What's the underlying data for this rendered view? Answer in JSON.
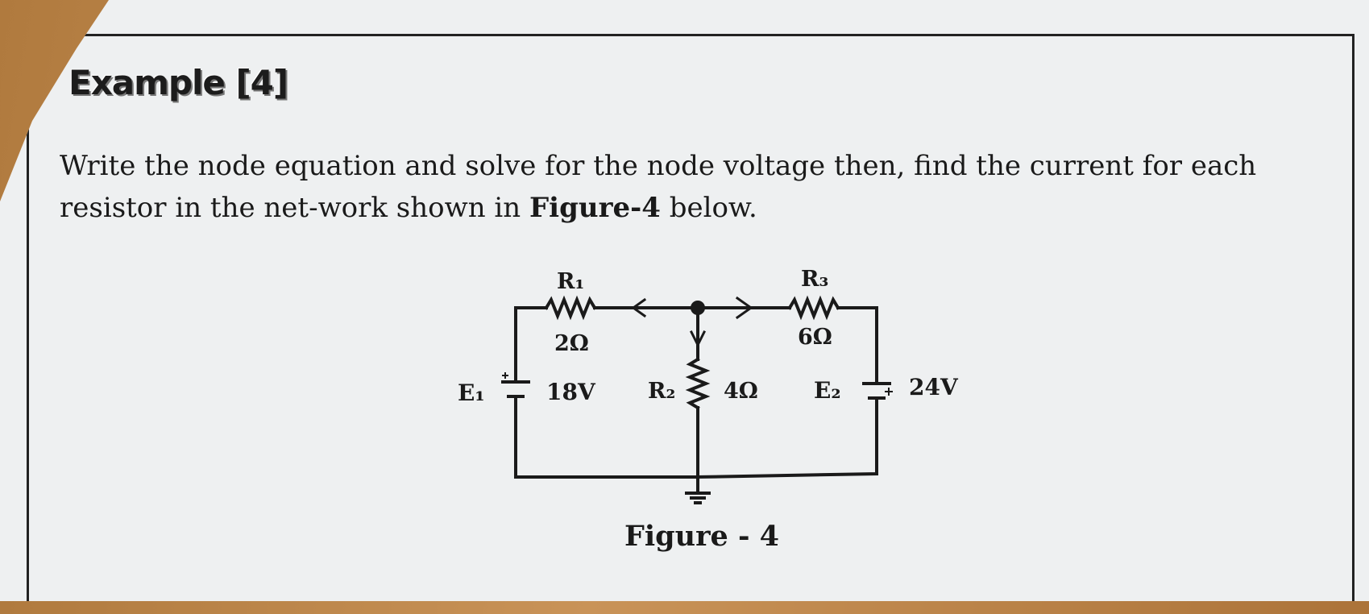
{
  "title": "Example [4]",
  "problem": {
    "text_before": "Write the node equation and solve for the node voltage then, find the current for each resistor in the net-work shown in ",
    "figure_ref": "Figure-4",
    "text_after": " below."
  },
  "circuit": {
    "r1": {
      "name": "R₁",
      "value": "2Ω"
    },
    "r2": {
      "name": "R₂",
      "value": "4Ω"
    },
    "r3": {
      "name": "R₃",
      "value": "6Ω"
    },
    "e1": {
      "name": "E₁",
      "value": "18V"
    },
    "e2": {
      "name": "E₂",
      "value": "24V"
    }
  },
  "caption": "Figure - 4"
}
